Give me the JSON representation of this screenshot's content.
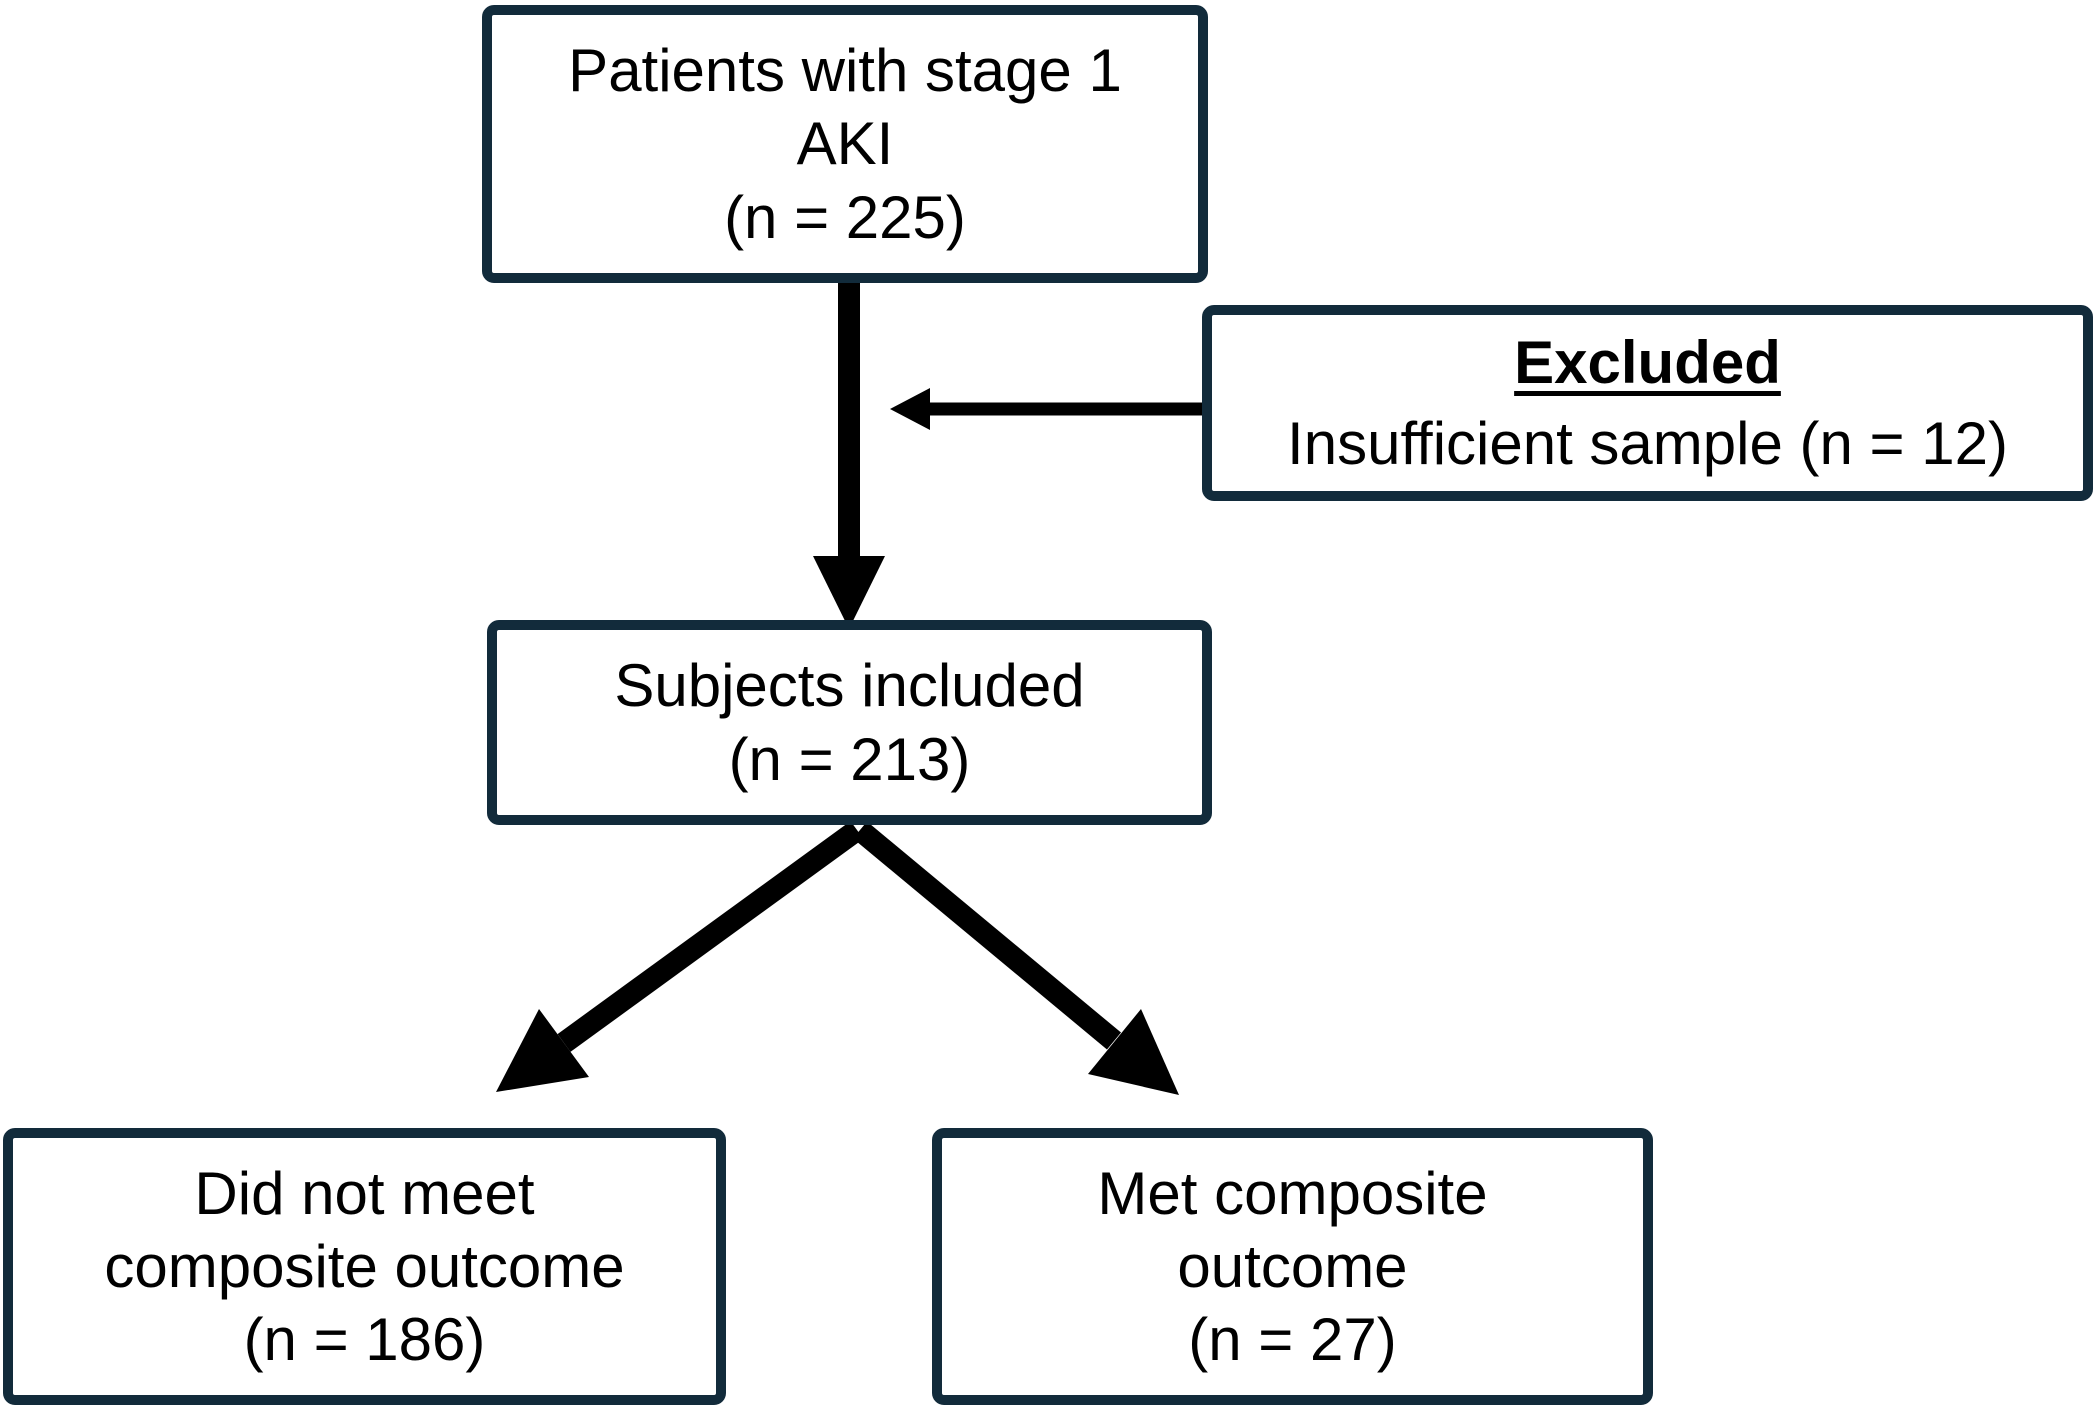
{
  "diagram": {
    "type": "flowchart",
    "background_color": "#ffffff",
    "box_border_color": "#122b3b",
    "arrow_color": "#000000",
    "text_color": "#000000",
    "nodes": {
      "stage1_aki": {
        "lines": [
          "Patients with stage 1",
          "AKI",
          "(n = 225)"
        ],
        "n": 225
      },
      "excluded": {
        "title": "Excluded",
        "detail": "Insufficient sample (n = 12)",
        "n": 12
      },
      "included": {
        "lines": [
          "Subjects included",
          "(n = 213)"
        ],
        "n": 213
      },
      "did_not_meet": {
        "lines": [
          "Did not meet",
          "composite outcome",
          "(n = 186)"
        ],
        "n": 186
      },
      "met": {
        "lines": [
          "Met composite",
          "outcome",
          "(n = 27)"
        ],
        "n": 27
      }
    },
    "edges": [
      {
        "from": "stage1_aki",
        "to": "included",
        "style": "thick-down-arrow"
      },
      {
        "from": "excluded",
        "to": "main-flow",
        "style": "thin-left-arrow"
      },
      {
        "from": "included",
        "to": "did_not_meet",
        "style": "thick-diagonal-arrow"
      },
      {
        "from": "included",
        "to": "met",
        "style": "thick-diagonal-arrow"
      }
    ]
  }
}
